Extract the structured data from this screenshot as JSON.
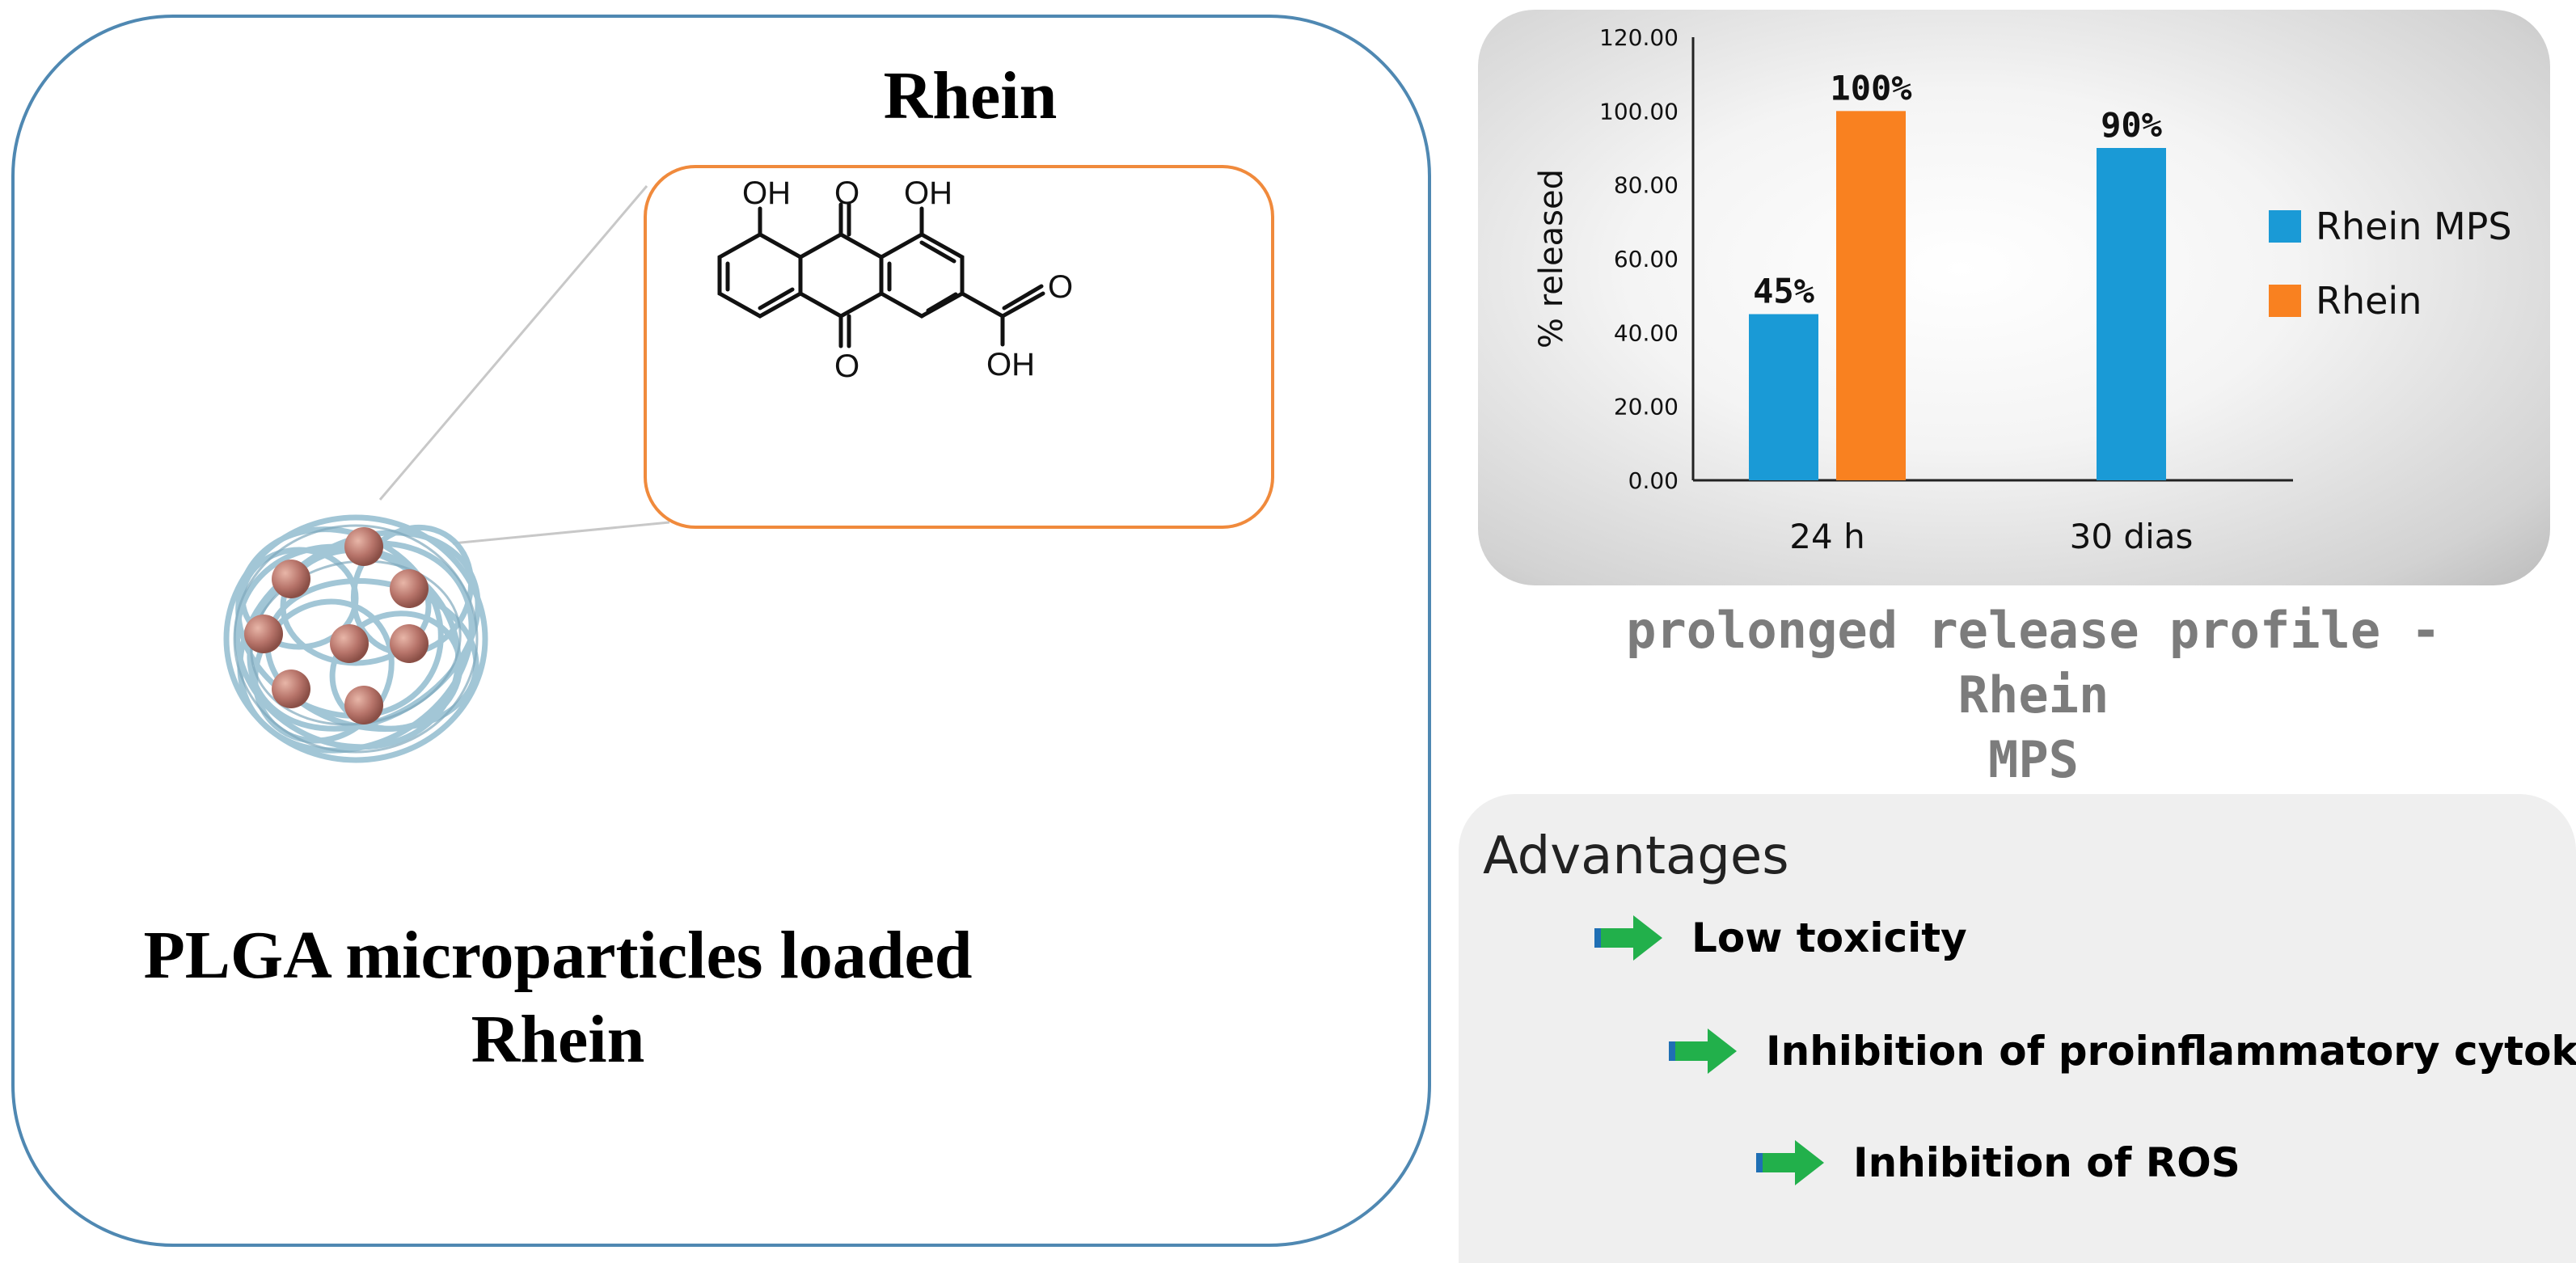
{
  "molecule": {
    "title": "Rhein",
    "labels": {
      "oh_top_left": "OH",
      "o_top": "O",
      "oh_top_right": "OH",
      "o_bottom": "O",
      "o_carboxyl": "O",
      "oh_carboxyl": "OH"
    }
  },
  "microparticle": {
    "caption_line1": "PLGA microparticles loaded",
    "caption_line2": "Rhein"
  },
  "chart_data": {
    "type": "bar",
    "categories": [
      "24 h",
      "30 dias"
    ],
    "series": [
      {
        "name": "Rhein MPS",
        "color": "#1a9ad6",
        "values": [
          45,
          90
        ],
        "labels": [
          "45%",
          "90%"
        ]
      },
      {
        "name": "Rhein",
        "color": "#f98120",
        "values": [
          100,
          null
        ],
        "labels": [
          "100%",
          ""
        ]
      }
    ],
    "ylabel": "% released",
    "ylim": [
      0,
      120
    ],
    "yticks": [
      "0.00",
      "20.00",
      "40.00",
      "60.00",
      "80.00",
      "100.00",
      "120.00"
    ],
    "grid": false,
    "legend_position": "right"
  },
  "chart_caption": {
    "line1": "prolonged release profile - Rhein",
    "line2": "MPS"
  },
  "advantages": {
    "title": "Advantages",
    "items": [
      "Low toxicity",
      "Inhibition of proinflammatory cytokine",
      "Inhibition of ROS"
    ],
    "arrow_color": "#22b04b",
    "arrow_tail_color": "#1f6fb4"
  }
}
